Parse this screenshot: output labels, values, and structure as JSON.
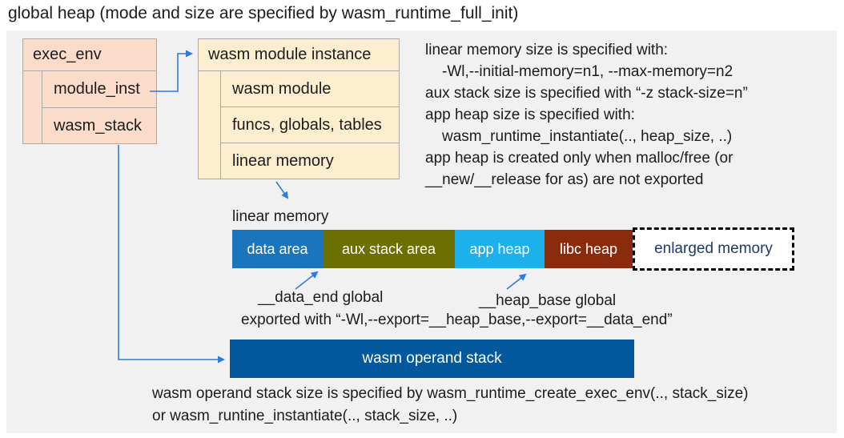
{
  "title": "global heap (mode and size are specified by wasm_runtime_full_init)",
  "exec_env": {
    "header": "exec_env",
    "rows": [
      "module_inst",
      "wasm_stack"
    ]
  },
  "module_instance": {
    "header": "wasm module instance",
    "rows": [
      "wasm module",
      "funcs, globals, tables",
      "linear memory"
    ]
  },
  "notes_right": {
    "lines": [
      "linear memory size is specified with:",
      "-Wl,--initial-memory=n1, --max-memory=n2",
      "aux stack size is specified with “-z stack-size=n”",
      "app heap size is specified with:",
      "wasm_runtime_instantiate(.., heap_size, ..)",
      "app heap is created only when malloc/free (or",
      "__new/__release for as) are not exported"
    ]
  },
  "linear_memory": {
    "label": "linear memory",
    "segments": [
      {
        "label": "data area",
        "color": "#1b75bc"
      },
      {
        "label": "aux stack area",
        "color": "#6c7000"
      },
      {
        "label": "app heap",
        "color": "#1cb0ec"
      },
      {
        "label": "libc heap",
        "color": "#8a2b0e"
      },
      {
        "label": "enlarged memory",
        "color": "#ffffff",
        "text_color": "#1f3968",
        "border": "dashed"
      }
    ],
    "data_end_label": "__data_end global",
    "heap_base_label": "__heap_base global",
    "export_note": "exported with “-Wl,--export=__heap_base,--export=__data_end”"
  },
  "operand_stack": {
    "label": "wasm operand stack",
    "color": "#04599e",
    "notes": [
      "wasm operand stack size is specified by wasm_runtime_create_exec_env(.., stack_size)",
      "or wasm_runtine_instantiate(.., stack_size, ..)"
    ]
  },
  "colors": {
    "arrow": "#2e7cd9",
    "panel_bg": "#f1f1f1",
    "struct_pink": "#fbdccb",
    "struct_cream": "#fdeed0",
    "border_gray": "#a9a9a9",
    "navy_text": "#1f3968"
  }
}
